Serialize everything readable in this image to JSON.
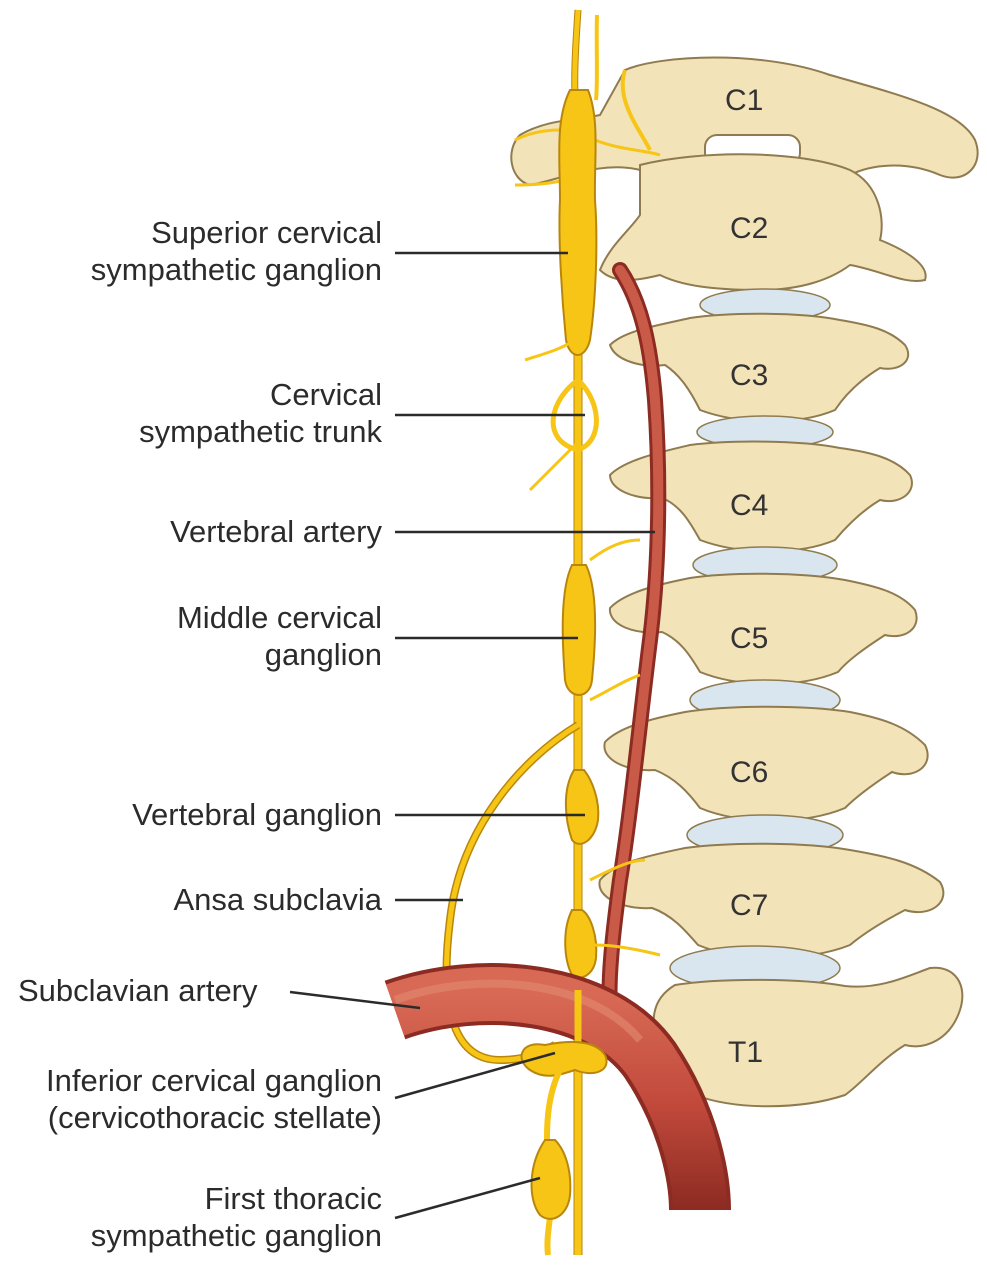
{
  "labels": {
    "superior_cervical_ganglion": "Superior cervical\nsympathetic ganglion",
    "cervical_sympathetic_trunk": "Cervical\nsympathetic trunk",
    "vertebral_artery": "Vertebral artery",
    "middle_cervical_ganglion": "Middle cervical\nganglion",
    "vertebral_ganglion": "Vertebral ganglion",
    "ansa_subclavia": "Ansa subclavia",
    "subclavian_artery": "Subclavian artery",
    "inferior_cervical_ganglion": "Inferior cervical ganglion\n(cervicothoracic stellate)",
    "first_thoracic_ganglion": "First thoracic\nsympathetic ganglion"
  },
  "vertebrae": [
    "C1",
    "C2",
    "C3",
    "C4",
    "C5",
    "C6",
    "C7",
    "T1"
  ],
  "colors": {
    "bone": "#f3e3b8",
    "bone_outline": "#8f7b4f",
    "disc": "#d9e6ef",
    "nerve": "#f7c515",
    "nerve_outline": "#b8860b",
    "artery": "#c24a3c",
    "artery_dark": "#8c2b22",
    "leader_line": "#2b2b2b"
  }
}
